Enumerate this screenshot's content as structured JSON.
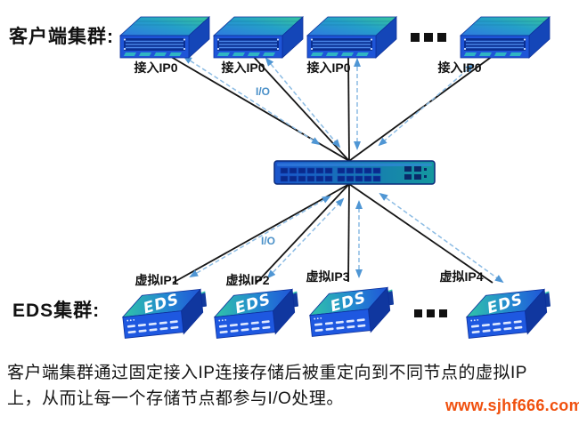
{
  "diagram": {
    "client_cluster_label": "客户端集群:",
    "eds_cluster_label": "EDS集群:",
    "client_servers": [
      {
        "label": "接入IP0"
      },
      {
        "label": "接入IP0"
      },
      {
        "label": "接入IP0"
      },
      {
        "label": "接入IP0"
      }
    ],
    "eds_servers": [
      {
        "label": "虚拟IP1",
        "badge": "EDS"
      },
      {
        "label": "虚拟IP2",
        "badge": "EDS"
      },
      {
        "label": "虚拟IP3",
        "badge": "EDS"
      },
      {
        "label": "虚拟IP4",
        "badge": "EDS"
      }
    ],
    "io_label_top": "I/O",
    "io_label_bottom": "I/O",
    "ellipsis": "..."
  },
  "caption": {
    "line1": "客户端集群通过固定接入IP连接存储后被重定向到不同节点的虚拟IP",
    "line2": "上，从而让每一个存储节点都参与I/O处理。"
  },
  "watermark": "www.sjhf666.com",
  "colors": {
    "solid_line": "#151515",
    "dashed_line": "#8cbce4",
    "arrowhead": "#4f96d4",
    "io_text": "#4a90c8",
    "watermark_text": "#f0500e",
    "server_blue": "#1e55d8",
    "server_teal": "#38c89c",
    "switch_left": "#1b55cc",
    "switch_right": "#14989e"
  }
}
